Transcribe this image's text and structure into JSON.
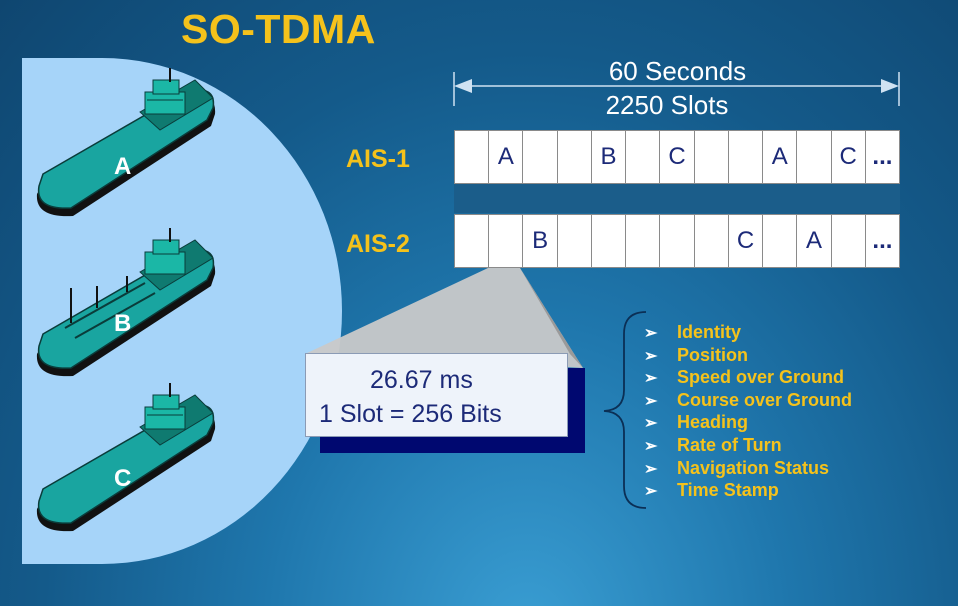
{
  "title": "SO-TDMA",
  "timeline": {
    "duration_label": "60 Seconds",
    "slots_label": "2250 Slots"
  },
  "channels": [
    {
      "name": "AIS-1",
      "slots": [
        "",
        "A",
        "",
        "",
        "B",
        "",
        "C",
        "",
        "",
        "A",
        "",
        "C",
        "..."
      ]
    },
    {
      "name": "AIS-2",
      "slots": [
        "",
        "",
        "B",
        "",
        "",
        "",
        "",
        "",
        "C",
        "",
        "A",
        "",
        "..."
      ]
    }
  ],
  "slot_detail": {
    "duration": "26.67 ms",
    "size": "1 Slot = 256 Bits"
  },
  "ships": [
    {
      "label": "A"
    },
    {
      "label": "B"
    },
    {
      "label": "C"
    }
  ],
  "message_fields": [
    "Identity",
    "Position",
    "Speed over Ground",
    "Course over Ground",
    "Heading",
    "Rate of Turn",
    "Navigation Status",
    "Time Stamp"
  ],
  "colors": {
    "accent": "#f5c21b",
    "lens": "#a6d4f9",
    "ship_hull": "#19a5a0",
    "slot_text": "#1c2a78"
  }
}
